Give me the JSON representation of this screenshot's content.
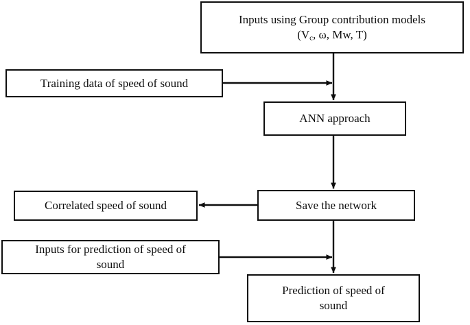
{
  "diagram": {
    "title": "ANN speed of sound prediction flowchart",
    "stroke_color": "#0d0d0d",
    "background_color": "#ffffff",
    "nodes": {
      "inputs_group": {
        "line1": "Inputs using Group contribution models",
        "line2_prefix": "(V",
        "line2_sub": "c",
        "line2_suffix": ", ω, Mw, T)"
      },
      "training_data": {
        "label": "Training data of speed of sound"
      },
      "ann": {
        "label": "ANN approach"
      },
      "correlated": {
        "label": "Correlated speed of sound"
      },
      "save": {
        "label": "Save the network"
      },
      "inputs_prediction": {
        "label": "Inputs for prediction of speed of\nsound"
      },
      "prediction": {
        "label": "Prediction of speed of\nsound"
      }
    },
    "edges": [
      {
        "name": "inputs-group-to-ann",
        "from": "inputs_group",
        "to": "ann",
        "direction": "down",
        "arrow": true
      },
      {
        "name": "training-data-to-spine",
        "from": "training_data",
        "to": "ann",
        "direction": "right",
        "arrow": true
      },
      {
        "name": "ann-to-save",
        "from": "ann",
        "to": "save",
        "direction": "down",
        "arrow": true
      },
      {
        "name": "save-to-correlated",
        "from": "save",
        "to": "correlated",
        "direction": "left",
        "arrow": true
      },
      {
        "name": "save-to-prediction",
        "from": "save",
        "to": "prediction",
        "direction": "down",
        "arrow": true
      },
      {
        "name": "inputs-prediction-to-spine",
        "from": "inputs_prediction",
        "to": "prediction",
        "direction": "right",
        "arrow": true
      }
    ]
  }
}
